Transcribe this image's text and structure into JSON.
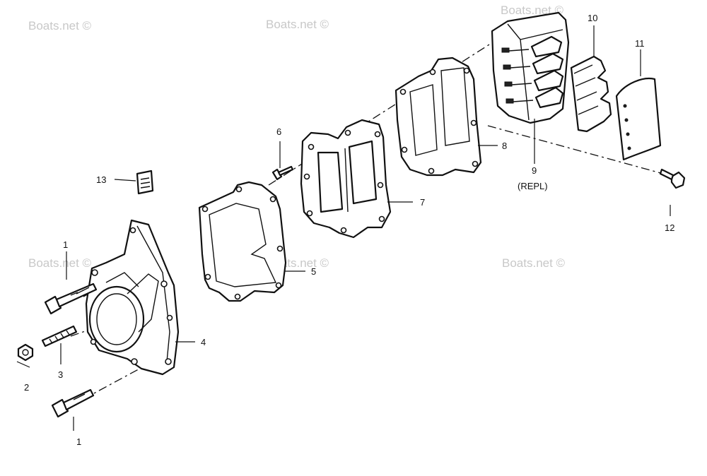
{
  "watermark": "Boats.net ©",
  "callouts": {
    "c1a": "1",
    "c1b": "1",
    "c2": "2",
    "c3": "3",
    "c4": "4",
    "c5": "5",
    "c6": "6",
    "c7": "7",
    "c8": "8",
    "c9": "9",
    "c9_note": "(REPL)",
    "c10": "10",
    "c11": "11",
    "c12": "12",
    "c13": "13"
  }
}
